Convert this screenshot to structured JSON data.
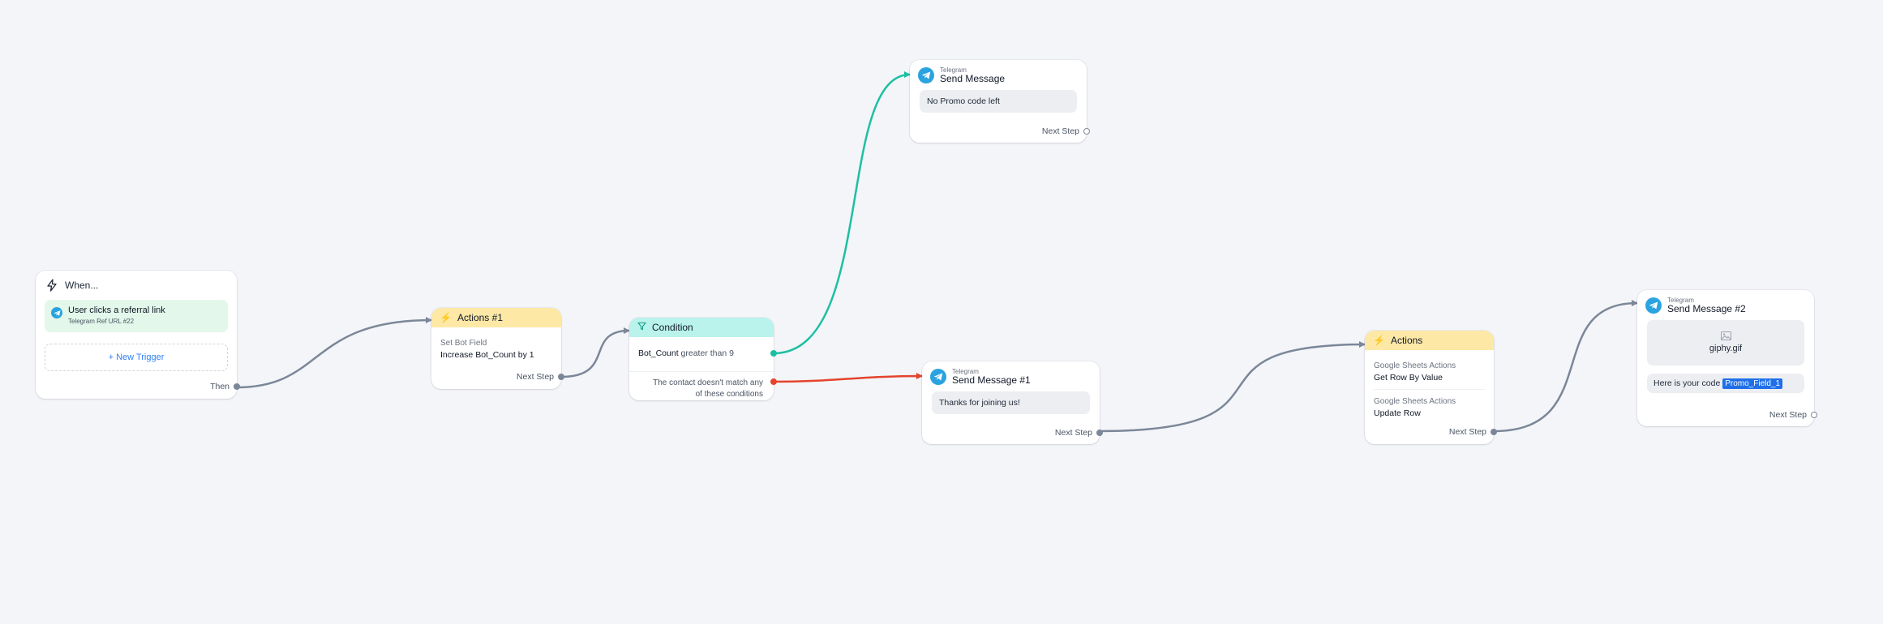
{
  "trigger": {
    "header": "When...",
    "item_title": "User clicks a referral link",
    "item_subtitle": "Telegram Ref URL #22",
    "new_trigger": "+ New Trigger",
    "footer": "Then"
  },
  "actions1": {
    "title": "Actions #1",
    "label": "Set Bot Field",
    "value": "Increase Bot_Count by 1",
    "footer": "Next Step"
  },
  "condition": {
    "title": "Condition",
    "rule_field": "Bot_Count",
    "rule_op": "greater than 9",
    "else_line1": "The contact doesn't match any",
    "else_line2": "of these conditions"
  },
  "send_top": {
    "sub": "Telegram",
    "title": "Send Message",
    "text": "No Promo code left",
    "footer": "Next Step"
  },
  "send1": {
    "sub": "Telegram",
    "title": "Send Message #1",
    "text": "Thanks for joining us!",
    "footer": "Next Step"
  },
  "actions2": {
    "title": "Actions",
    "item1_label": "Google Sheets Actions",
    "item1_value": "Get Row By Value",
    "item2_label": "Google Sheets Actions",
    "item2_value": "Update Row",
    "footer": "Next Step"
  },
  "send2": {
    "sub": "Telegram",
    "title": "Send Message #2",
    "image_name": "giphy.gif",
    "text_prefix": "Here is your code",
    "placeholder": "Promo_Field_1",
    "footer": "Next Step"
  },
  "colors": {
    "wire": "#7b8798",
    "wire_true": "#1dbfa2",
    "wire_false": "#e5432d",
    "telegram": "#2aa3e0",
    "action_band": "#fde8a6",
    "condition_band": "#b9f3ec",
    "trigger_item": "#e3f7ea",
    "link": "#2d7ff9"
  }
}
